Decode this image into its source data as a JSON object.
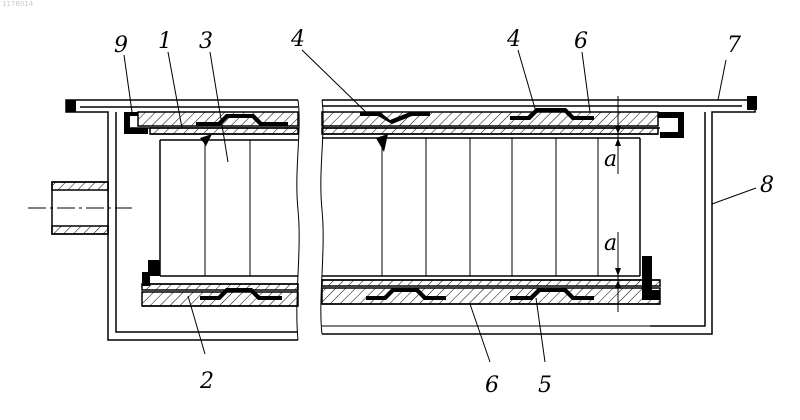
{
  "watermark": "1178014",
  "callouts": {
    "c9": "9",
    "c1a": "1",
    "c3": "3",
    "c4a": "4",
    "c4b": "4",
    "c6a": "6",
    "c7": "7",
    "c8": "8",
    "c2": "2",
    "c6b": "6",
    "c5": "5",
    "ca1": "a",
    "ca2": "a"
  }
}
